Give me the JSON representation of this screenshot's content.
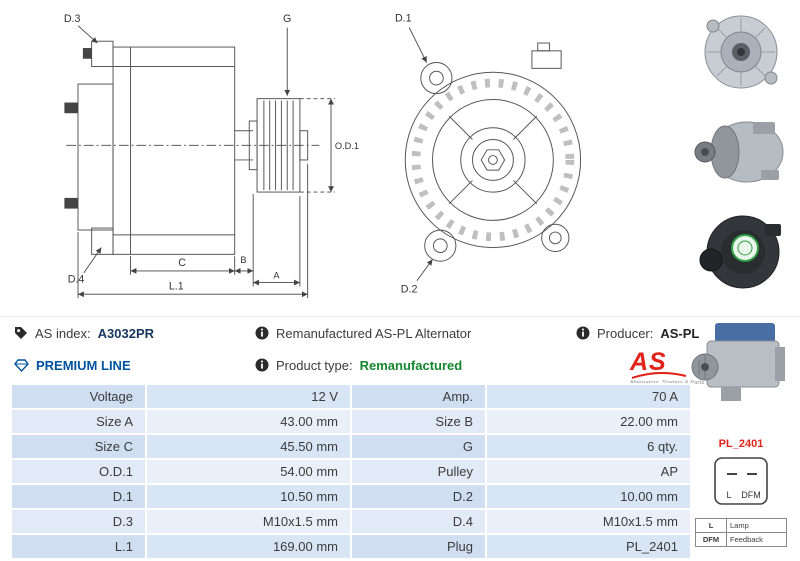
{
  "info_bar": {
    "as_index": {
      "label": "AS index:",
      "value": "A3032PR"
    },
    "remanufactured_line": "Remanufactured AS-PL Alternator",
    "producer": {
      "label": "Producer:",
      "value": "AS-PL"
    },
    "premium_line": "PREMIUM LINE",
    "product_type": {
      "label": "Product type:",
      "value": "Remanufactured"
    },
    "logo": {
      "text": "AS",
      "tagline": "Alternators, Starters & Parts"
    }
  },
  "icons": {
    "as_index": "tag-icon",
    "info": "info-circle-icon",
    "premium": "diamond-icon"
  },
  "drawings": {
    "side_view": {
      "labels": {
        "d3": "D.3",
        "g": "G",
        "od1": "O.D.1",
        "d4": "D.4",
        "c": "C",
        "b": "B",
        "a": "A",
        "l1": "L.1"
      }
    },
    "front_view": {
      "labels": {
        "d1": "D.1",
        "d2": "D.2"
      }
    }
  },
  "side_panel": {
    "plug_code": "PL_2401",
    "plug_pin_left": "L",
    "plug_pin_right": "DFM",
    "legend": [
      {
        "pin": "L",
        "desc": "Lamp"
      },
      {
        "pin": "DFM",
        "desc": "Feedback"
      }
    ]
  },
  "spec_table": {
    "rows": [
      {
        "k1": "Voltage",
        "v1": "12 V",
        "k2": "Amp.",
        "v2": "70 A"
      },
      {
        "k1": "Size A",
        "v1": "43.00 mm",
        "k2": "Size B",
        "v2": "22.00 mm"
      },
      {
        "k1": "Size C",
        "v1": "45.50 mm",
        "k2": "G",
        "v2": "6 qty."
      },
      {
        "k1": "O.D.1",
        "v1": "54.00 mm",
        "k2": "Pulley",
        "v2": "AP"
      },
      {
        "k1": "D.1",
        "v1": "10.50 mm",
        "k2": "D.2",
        "v2": "10.00 mm"
      },
      {
        "k1": "D.3",
        "v1": "M10x1.5 mm",
        "k2": "D.4",
        "v2": "M10x1.5 mm"
      },
      {
        "k1": "L.1",
        "v1": "169.00 mm",
        "k2": "Plug",
        "v2": "PL_2401"
      }
    ]
  },
  "colors": {
    "accent_red": "#e2231a",
    "premium_blue": "#0053a0",
    "navy": "#17365d",
    "green": "#15862e",
    "row_odd": "#d8e5f4",
    "row_even": "#e9f0f9"
  }
}
